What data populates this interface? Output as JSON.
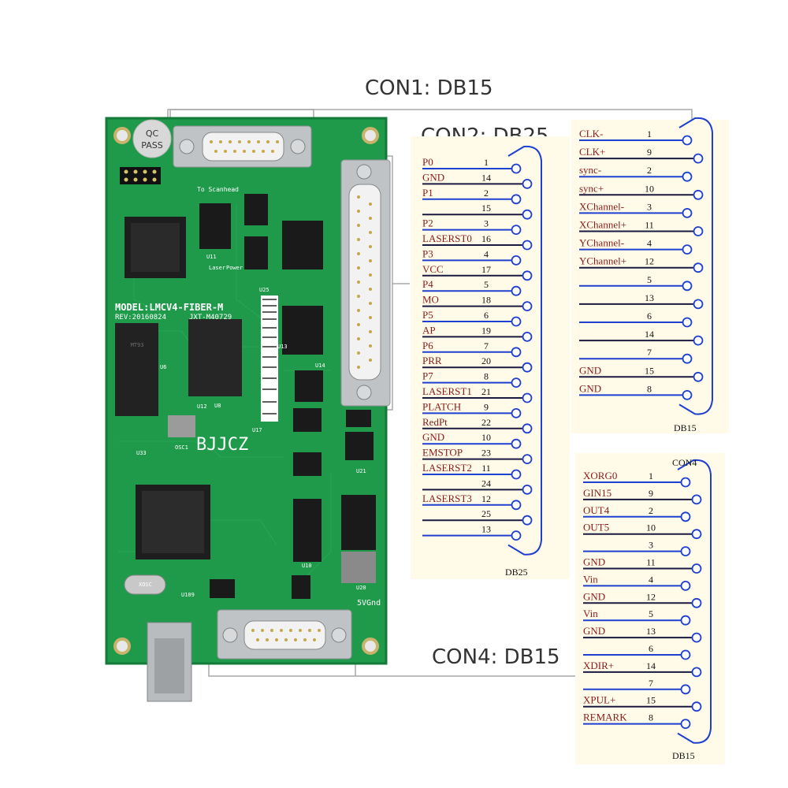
{
  "headers": {
    "con1": "CON1: DB15",
    "con2": "CON2: DB25",
    "con4": "CON4: DB15"
  },
  "board": {
    "model": "MODEL:LMCV4-FIBER-M",
    "rev": "REV:20160824",
    "rev_code": "JXT-M40729",
    "brand": "BJJCZ",
    "qc_line1": "QC",
    "qc_line2": "PASS",
    "scanhead_label": "To Scanhead",
    "laser_label": "Laser",
    "power_label": "Power",
    "gnd_label": "5VGnd",
    "osc_label": "OSC1",
    "xosc_label": "XOSC",
    "chip_labels": [
      "U33",
      "U17",
      "U25",
      "U6",
      "U8",
      "U11",
      "U12",
      "U13",
      "U14",
      "U21",
      "U20",
      "U10",
      "U109"
    ]
  },
  "colors": {
    "pcb": "#1f9a4b",
    "pcb_dark": "#137a37",
    "panel": "#fffbe8",
    "signal_text": "#8b1a1a",
    "connector_blue": "#1e3fd0",
    "wire_dark": "#1a1a40"
  },
  "con2": {
    "title": "DB25",
    "rows": [
      {
        "signal": "P0",
        "pin": "1"
      },
      {
        "signal": "GND",
        "pin": "14"
      },
      {
        "signal": "P1",
        "pin": "2"
      },
      {
        "signal": "",
        "pin": "15"
      },
      {
        "signal": "P2",
        "pin": "3"
      },
      {
        "signal": "LASERST0",
        "pin": "16"
      },
      {
        "signal": "P3",
        "pin": "4"
      },
      {
        "signal": "VCC",
        "pin": "17"
      },
      {
        "signal": "P4",
        "pin": "5"
      },
      {
        "signal": "MO",
        "pin": "18"
      },
      {
        "signal": "P5",
        "pin": "6"
      },
      {
        "signal": "AP",
        "pin": "19"
      },
      {
        "signal": "P6",
        "pin": "7"
      },
      {
        "signal": "PRR",
        "pin": "20"
      },
      {
        "signal": "P7",
        "pin": "8"
      },
      {
        "signal": "LASERST1",
        "pin": "21"
      },
      {
        "signal": "PLATCH",
        "pin": "9"
      },
      {
        "signal": "RedPt",
        "pin": "22"
      },
      {
        "signal": "GND",
        "pin": "10"
      },
      {
        "signal": "EMSTOP",
        "pin": "23"
      },
      {
        "signal": "LASERST2",
        "pin": "11"
      },
      {
        "signal": "",
        "pin": "24"
      },
      {
        "signal": "LASERST3",
        "pin": "12"
      },
      {
        "signal": "",
        "pin": "25"
      },
      {
        "signal": "",
        "pin": "13"
      }
    ]
  },
  "con1": {
    "title": "DB15",
    "rows": [
      {
        "signal": "CLK-",
        "pin": "1"
      },
      {
        "signal": "CLK+",
        "pin": "9"
      },
      {
        "signal": "sync-",
        "pin": "2"
      },
      {
        "signal": "sync+",
        "pin": "10"
      },
      {
        "signal": "XChannel-",
        "pin": "3"
      },
      {
        "signal": "XChannel+",
        "pin": "11"
      },
      {
        "signal": "YChannel-",
        "pin": "4"
      },
      {
        "signal": "YChannel+",
        "pin": "12"
      },
      {
        "signal": "",
        "pin": "5"
      },
      {
        "signal": "",
        "pin": "13"
      },
      {
        "signal": "",
        "pin": "6"
      },
      {
        "signal": "",
        "pin": "14"
      },
      {
        "signal": "",
        "pin": "7"
      },
      {
        "signal": "GND",
        "pin": "15"
      },
      {
        "signal": "GND",
        "pin": "8"
      }
    ]
  },
  "con4": {
    "top_title": "CON4",
    "title": "DB15",
    "rows": [
      {
        "signal": "XORG0",
        "pin": "1"
      },
      {
        "signal": "GIN15",
        "pin": "9"
      },
      {
        "signal": "OUT4",
        "pin": "2"
      },
      {
        "signal": "OUT5",
        "pin": "10"
      },
      {
        "signal": "",
        "pin": "3"
      },
      {
        "signal": "GND",
        "pin": "11"
      },
      {
        "signal": "Vin",
        "pin": "4"
      },
      {
        "signal": "GND",
        "pin": "12"
      },
      {
        "signal": "Vin",
        "pin": "5"
      },
      {
        "signal": "GND",
        "pin": "13"
      },
      {
        "signal": "",
        "pin": "6"
      },
      {
        "signal": "XDIR+",
        "pin": "14"
      },
      {
        "signal": "",
        "pin": "7"
      },
      {
        "signal": "XPUL+",
        "pin": "15"
      },
      {
        "signal": "REMARK",
        "pin": "8"
      }
    ]
  }
}
